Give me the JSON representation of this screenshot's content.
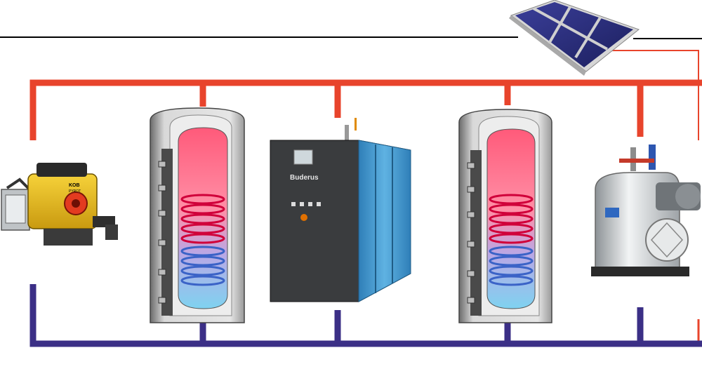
{
  "diagram": {
    "colors": {
      "hot_line": "#e8442c",
      "cold_line": "#3b2f86",
      "thin_line": "#000000"
    },
    "components": {
      "solar_panel": {
        "icon": "solar-panel-icon"
      },
      "pellet_boiler": {
        "icon": "pellet-boiler-icon",
        "brand_label": "KOB",
        "model_label": "PYROT"
      },
      "storage_tank_left": {
        "icon": "storage-tank-icon"
      },
      "heat_pump_cabinet": {
        "icon": "cabinet-icon",
        "brand_label": "Buderus"
      },
      "storage_tank_right": {
        "icon": "storage-tank-icon"
      },
      "steam_boiler": {
        "icon": "steam-boiler-icon"
      }
    }
  }
}
